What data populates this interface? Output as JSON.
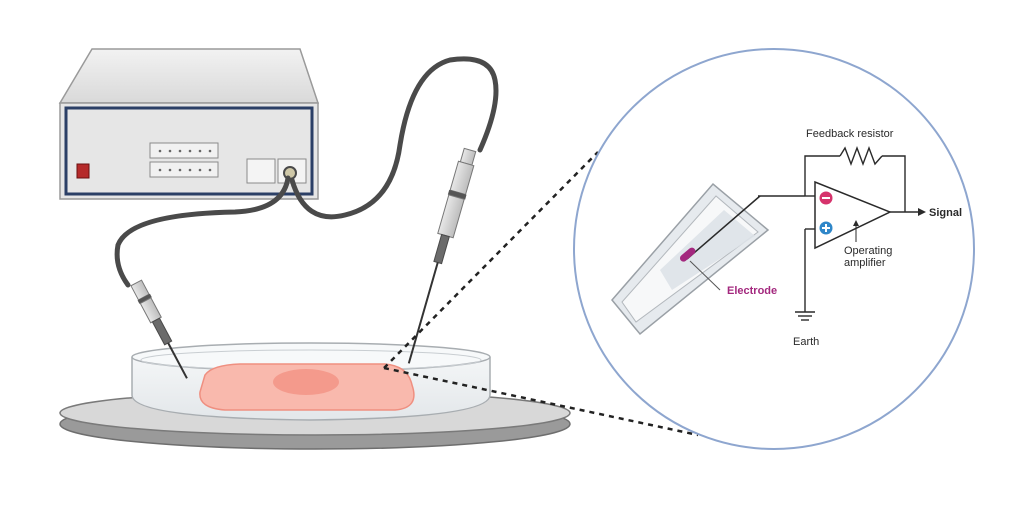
{
  "labels": {
    "feedback_resistor": "Feedback resistor",
    "signal": "Signal",
    "operating_amplifier_line1": "Operating",
    "operating_amplifier_line2": "amplifier",
    "electrode": "Electrode",
    "earth": "Earth"
  },
  "colors": {
    "magnifier_circle": "#8ea6cf",
    "tissue": "#f9b9ad",
    "tissue_outline": "#ef8f80",
    "electrode_label": "#a3287e",
    "minus_badge": "#d6336c",
    "plus_badge": "#2f87c9",
    "device_panel": "#2b3f66",
    "cable": "#4a4a4a"
  },
  "icons": {
    "minus": "minus-icon",
    "plus": "plus-icon",
    "ground": "ground-symbol-icon",
    "resistor": "resistor-zigzag-icon",
    "power": "power-switch-icon"
  }
}
